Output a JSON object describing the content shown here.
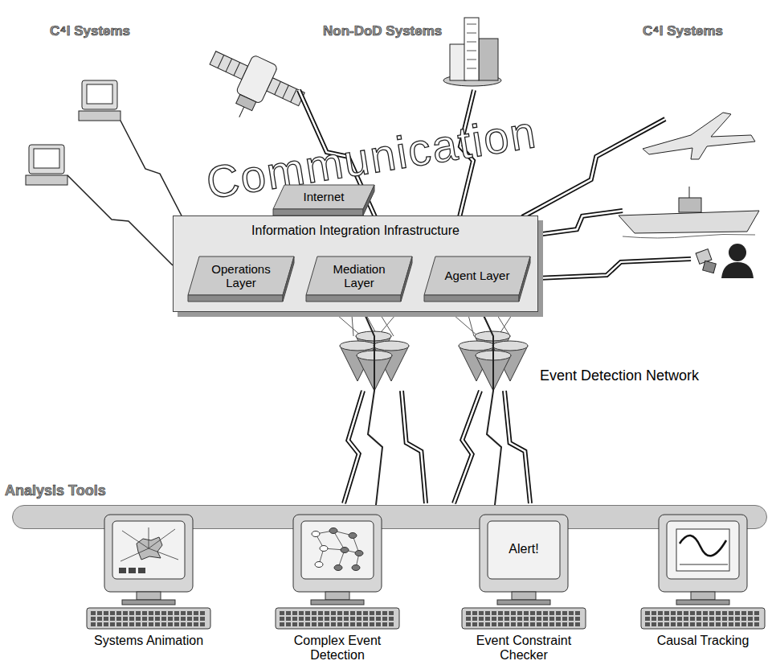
{
  "diagram": {
    "nodes": [
      {
        "text": [
          "Internet"
        ]
      },
      {
        "text": [
          "Information Integration Infrastructure"
        ]
      },
      {
        "text": [
          "Operations Layer"
        ],
        "in": 1
      },
      {
        "text": [
          "Mediation Layer"
        ],
        "in": 1
      },
      {
        "text": [
          "Agent Layer"
        ],
        "in": 1
      },
      {
        "text": [
          "Analysis Tools"
        ]
      },
      {
        "text": [
          "Systems Animation"
        ]
      },
      {
        "text": [
          "Complex Event Detection"
        ]
      },
      {
        "text": [
          "Alert!",
          "Event Constraint Checker"
        ]
      },
      {
        "text": [
          "Causal Tracking"
        ]
      }
    ],
    "edges": [
      {
        "from": 3,
        "to": 5,
        "arrow": "none"
      },
      {
        "from": 4,
        "to": 5,
        "arrow": "none"
      }
    ],
    "labels": [
      "C⁴I Systems",
      "Non-DoD Systems",
      "C⁴I Systems",
      "Communication",
      "Event Detection Network"
    ]
  }
}
